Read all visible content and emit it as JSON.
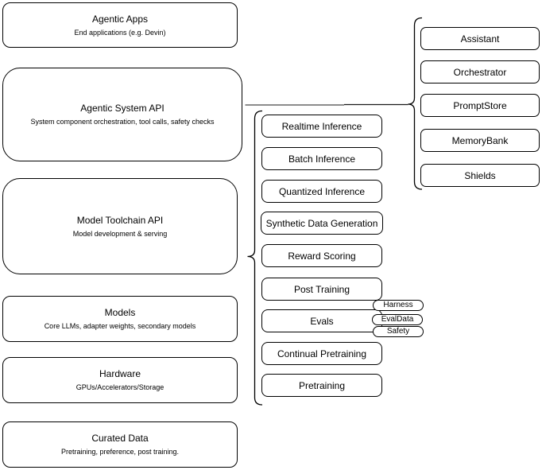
{
  "diagram": {
    "left_stack": [
      {
        "title": "Agentic Apps",
        "subtitle": "End applications (e.g. Devin)"
      },
      {
        "title": "Agentic System API",
        "subtitle": "System component orchestration, tool calls, safety checks"
      },
      {
        "title": "Model Toolchain API",
        "subtitle": "Model development & serving"
      },
      {
        "title": "Models",
        "subtitle": "Core LLMs, adapter weights, secondary models"
      },
      {
        "title": "Hardware",
        "subtitle": "GPUs/Accelerators/Storage"
      },
      {
        "title": "Curated Data",
        "subtitle": "Pretraining, preference, post training."
      }
    ],
    "toolchain_items": [
      "Realtime Inference",
      "Batch Inference",
      "Quantized Inference",
      "Synthetic Data Generation",
      "Reward Scoring",
      "Post Training",
      "Evals",
      "Continual Pretraining",
      "Pretraining"
    ],
    "eval_tags": [
      "Harness",
      "EvalData",
      "Safety"
    ],
    "system_components": [
      "Assistant",
      "Orchestrator",
      "PromptStore",
      "MemoryBank",
      "Shields"
    ],
    "colors": {
      "stroke": "#000000",
      "fill": "#ffffff",
      "connector_gray": "#8c8c8c",
      "connector_dark": "#1a1a1a"
    }
  }
}
